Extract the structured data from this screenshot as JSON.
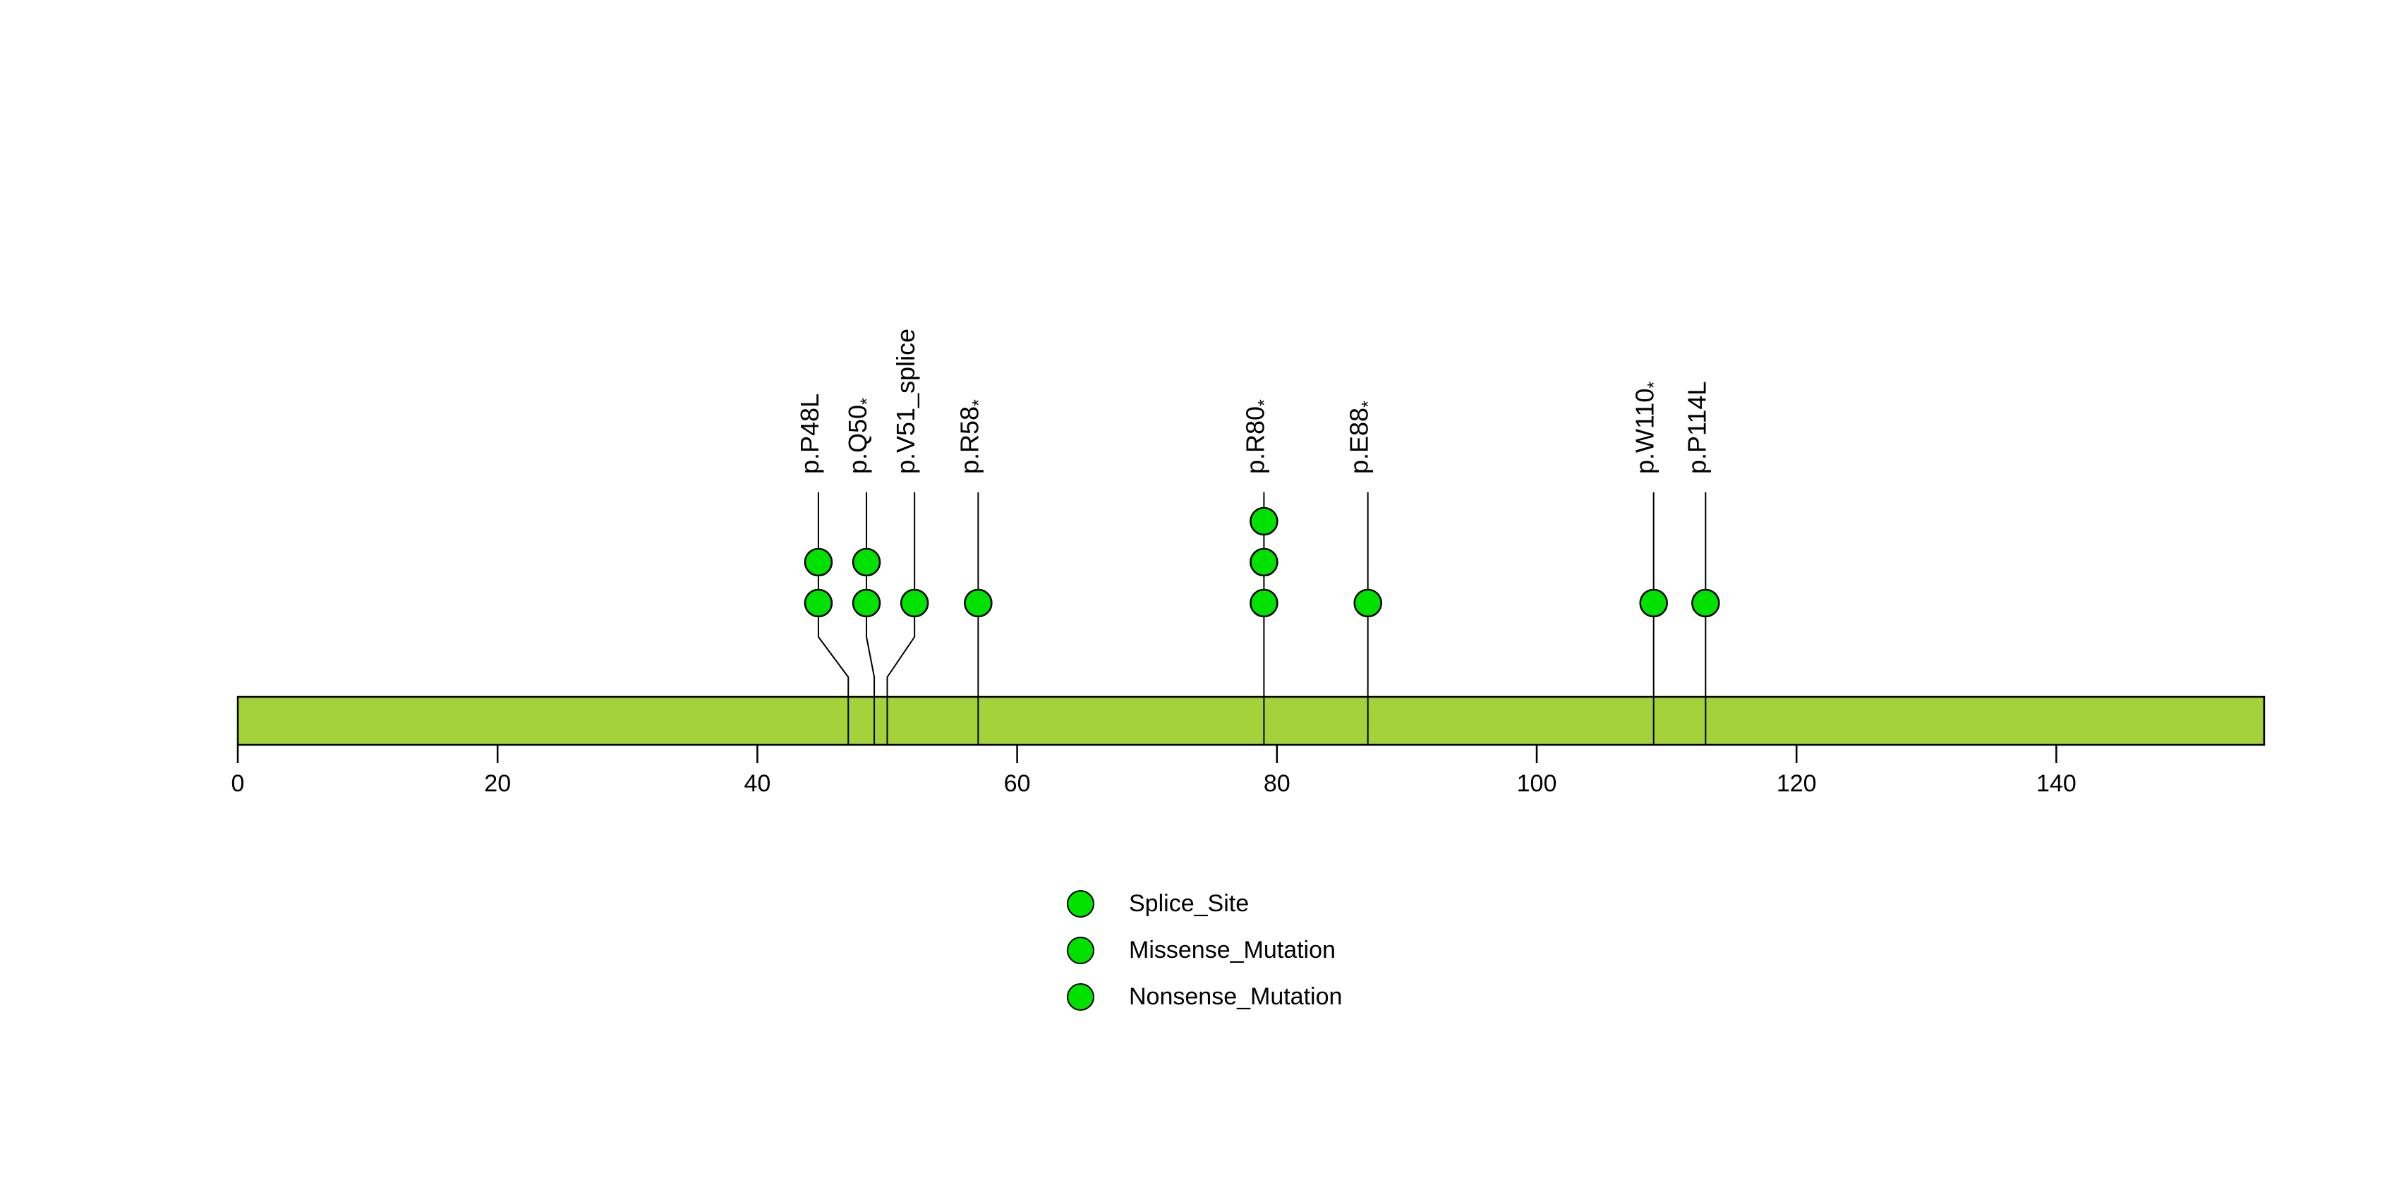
{
  "figure": {
    "background": "#FFFFFF"
  },
  "chart_data": {
    "type": "lollipop",
    "title": "",
    "protein_length_aa": 157,
    "x_axis": {
      "tick_values": [
        0,
        20,
        40,
        60,
        80,
        100,
        120,
        140
      ]
    },
    "backbone_color": "#A3D23A",
    "marker_color": "#00E100",
    "outline_color": "#000000",
    "mutations": [
      {
        "label": "p.P48L",
        "suffix": "",
        "position_aa": 48,
        "count": 2,
        "class": "Missense_Mutation",
        "label_anchor_aa": 45.7
      },
      {
        "label": "p.Q50",
        "suffix": "*",
        "position_aa": 50,
        "count": 2,
        "class": "Nonsense_Mutation",
        "label_anchor_aa": 49.4
      },
      {
        "label": "p.V51_splice",
        "suffix": "",
        "position_aa": 51,
        "count": 1,
        "class": "Splice_Site",
        "label_anchor_aa": 53.1
      },
      {
        "label": "p.R58",
        "suffix": "*",
        "position_aa": 58,
        "count": 1,
        "class": "Nonsense_Mutation",
        "label_anchor_aa": 58
      },
      {
        "label": "p.R80",
        "suffix": "*",
        "position_aa": 80,
        "count": 3,
        "class": "Nonsense_Mutation",
        "label_anchor_aa": 80
      },
      {
        "label": "p.E88",
        "suffix": "*",
        "position_aa": 88,
        "count": 1,
        "class": "Nonsense_Mutation",
        "label_anchor_aa": 88
      },
      {
        "label": "p.W110",
        "suffix": "*",
        "position_aa": 110,
        "count": 1,
        "class": "Nonsense_Mutation",
        "label_anchor_aa": 110
      },
      {
        "label": "p.P114L",
        "suffix": "",
        "position_aa": 114,
        "count": 1,
        "class": "Missense_Mutation",
        "label_anchor_aa": 114
      }
    ],
    "legend": {
      "items": [
        {
          "label": "Splice_Site",
          "marker_color": "#00E100"
        },
        {
          "label": "Missense_Mutation",
          "marker_color": "#00E100"
        },
        {
          "label": "Nonsense_Mutation",
          "marker_color": "#00E100"
        }
      ]
    }
  }
}
